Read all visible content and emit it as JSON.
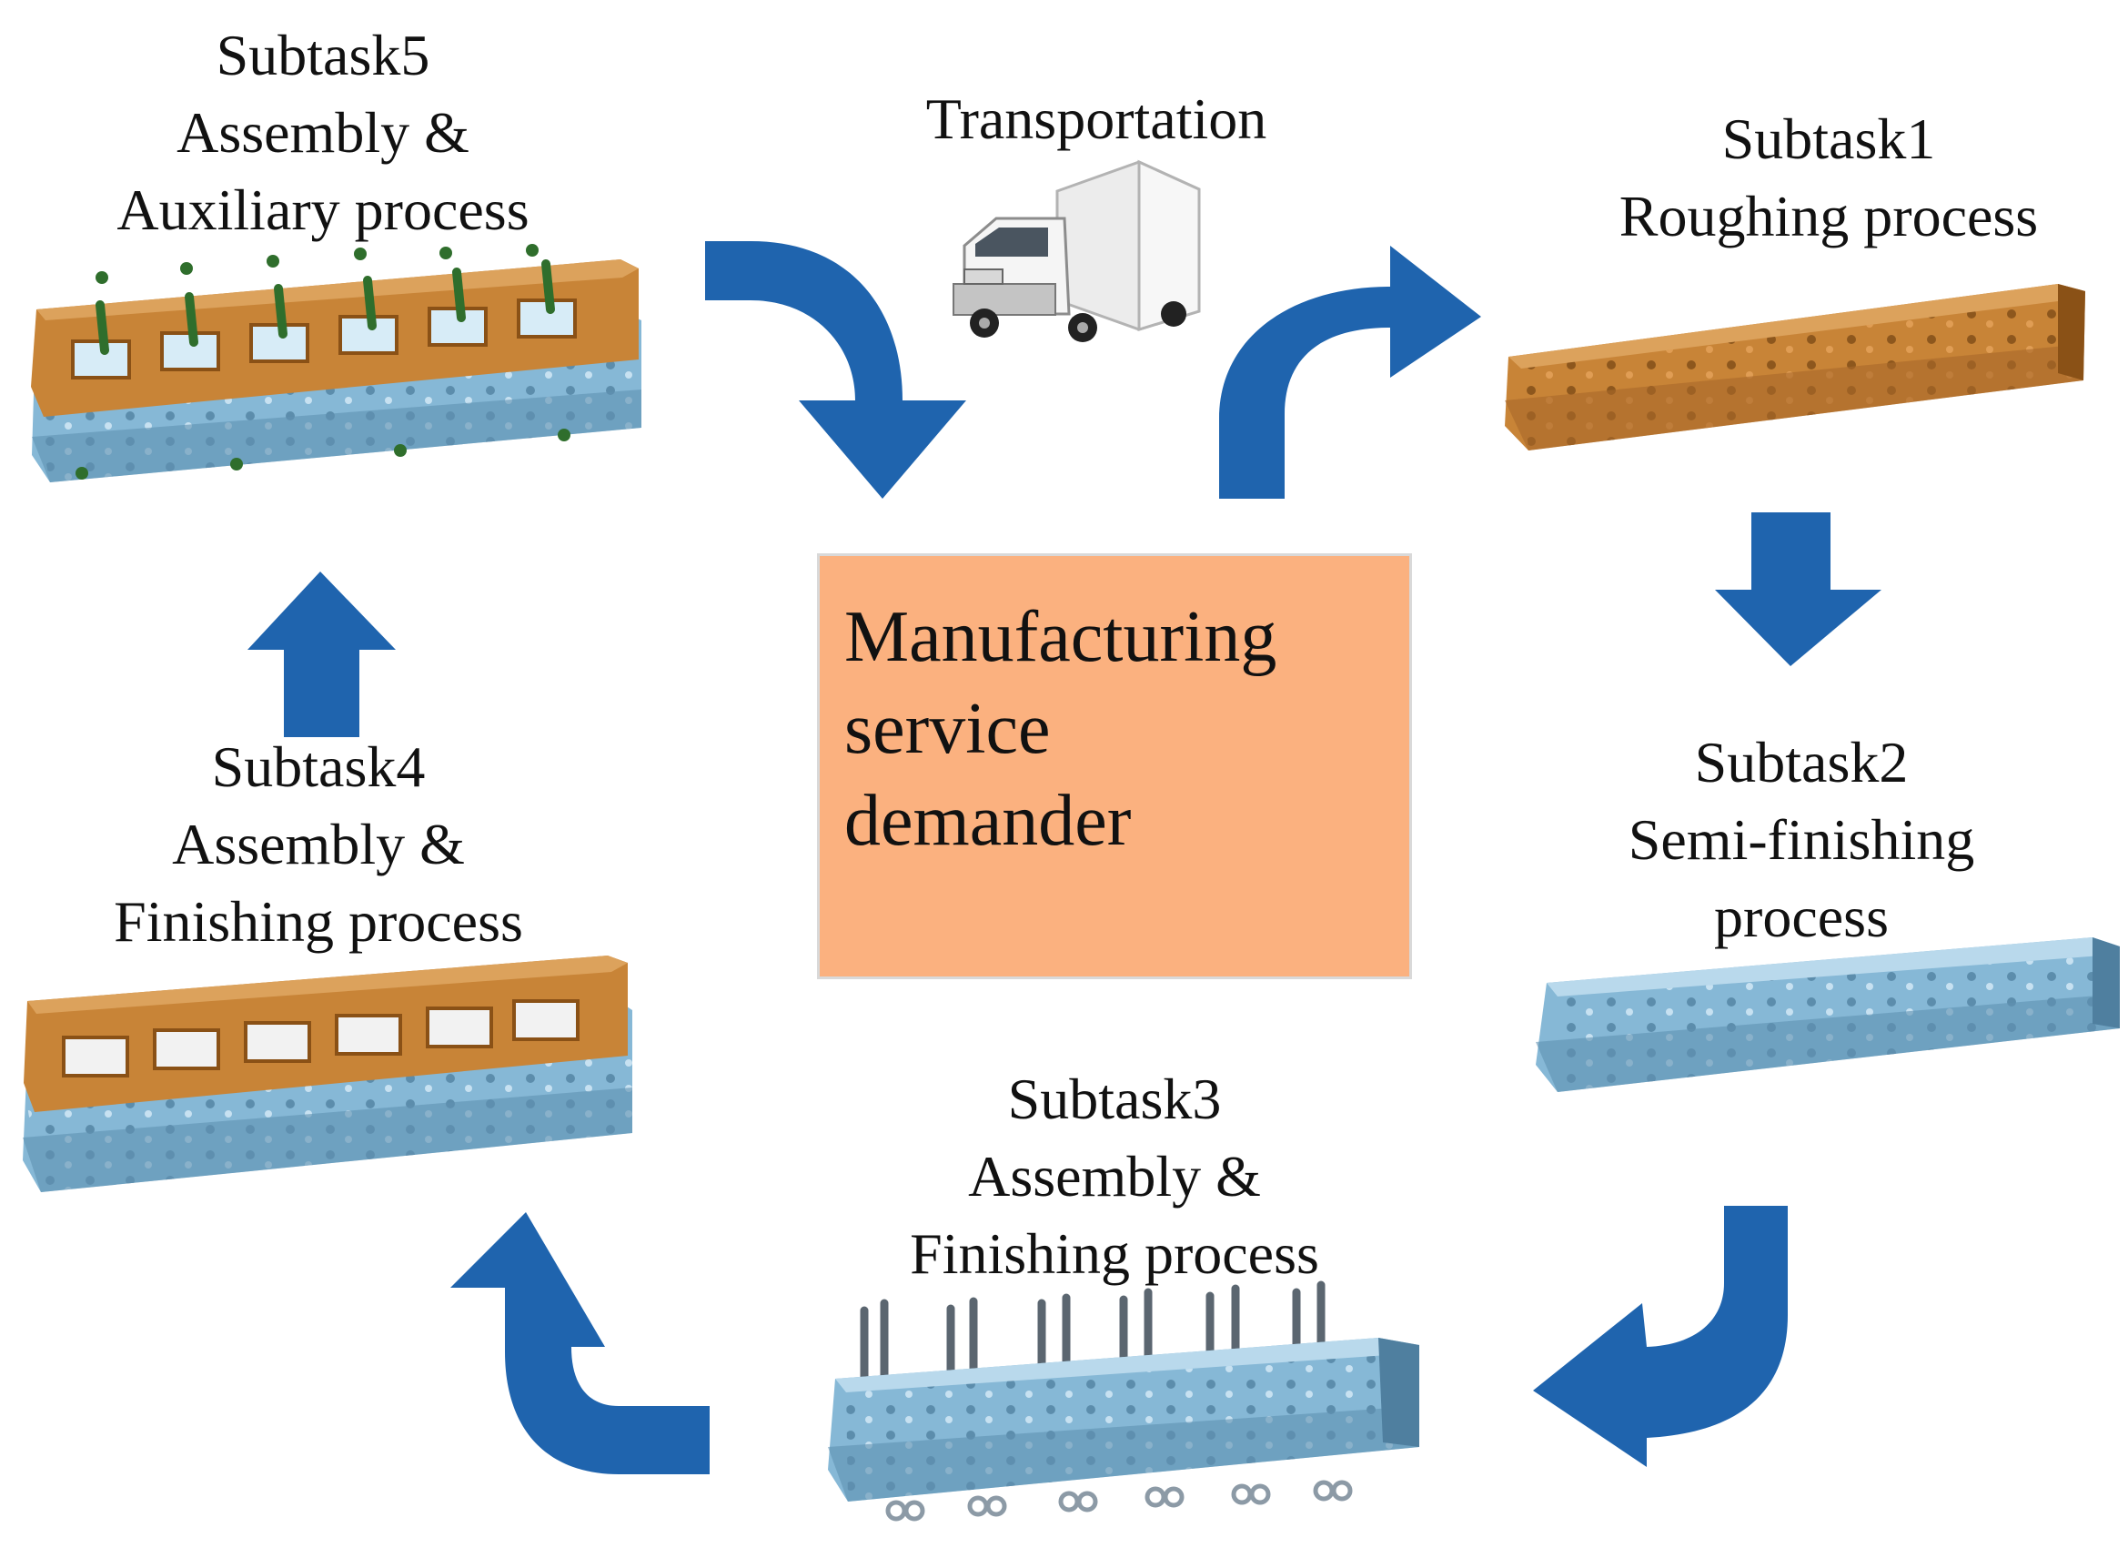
{
  "center": {
    "lines": [
      "Manufacturing",
      "service",
      "demander"
    ],
    "fill": "#fbb17f"
  },
  "transport": {
    "label": "Transportation",
    "icon": "delivery-truck-icon"
  },
  "subtasks": [
    {
      "id": 1,
      "title": "Subtask1",
      "lines": [
        "Roughing process"
      ],
      "part": "brown cylinder head block"
    },
    {
      "id": 2,
      "title": "Subtask2",
      "lines": [
        "Semi-finishing",
        "process"
      ],
      "part": "blue cylinder head block"
    },
    {
      "id": 3,
      "title": "Subtask3",
      "lines": [
        "Assembly &",
        "Finishing process"
      ],
      "part": "blue cylinder head with valves and springs"
    },
    {
      "id": 4,
      "title": "Subtask4",
      "lines": [
        "Assembly &",
        "Finishing process"
      ],
      "part": "brown frame over blue cylinder head"
    },
    {
      "id": 5,
      "title": "Subtask5",
      "lines": [
        "Assembly &",
        "Auxiliary process"
      ],
      "part": "brown frame with green rocker parts over blue head"
    }
  ],
  "colors": {
    "arrow": "#1f64ae",
    "part_brown": "#c88437",
    "part_brown_dark": "#8a5116",
    "part_blue": "#86b8d6",
    "part_blue_dark": "#4f7f9f",
    "part_green": "#2f6e2c"
  }
}
